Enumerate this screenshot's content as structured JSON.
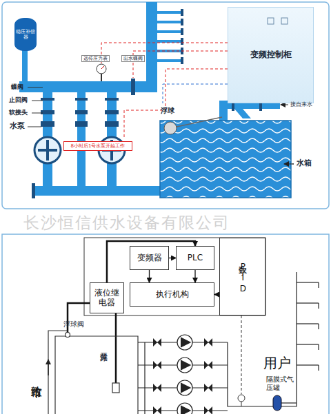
{
  "diagram": {
    "nodes": [
      {
        "text": [
          "稳压补偿器"
        ]
      },
      {
        "text": [
          "变频控制柜"
        ]
      },
      {
        "text": [
          "8小时后1号水泵开始工作"
        ]
      },
      {
        "text": [
          "变频器"
        ]
      },
      {
        "text": [
          "PLC"
        ]
      },
      {
        "text": [
          "数字PID"
        ]
      },
      {
        "text": [
          "执行机构"
        ]
      },
      {
        "text": [
          "液位继电器"
        ]
      }
    ],
    "edges": [
      {
        "from": 3,
        "to": 4,
        "arrow": "to"
      },
      {
        "from": 3,
        "to": 6,
        "arrow": "to"
      },
      {
        "from": 4,
        "to": 6,
        "arrow": "to"
      },
      {
        "from": 5,
        "to": 6,
        "arrow": "to"
      },
      {
        "from": 7,
        "to": 4,
        "arrow": "to"
      }
    ],
    "labels": [
      "蝶阀",
      "止回阀",
      "软接头",
      "水泵",
      "远传压力表",
      "出水蝶阀",
      "浮球",
      "接自来水",
      "水箱",
      "长沙恒信供水设备有限公司",
      "浮球阀",
      "浮球开关",
      "用户",
      "隔膜式气压罐",
      "市政给"
    ]
  }
}
